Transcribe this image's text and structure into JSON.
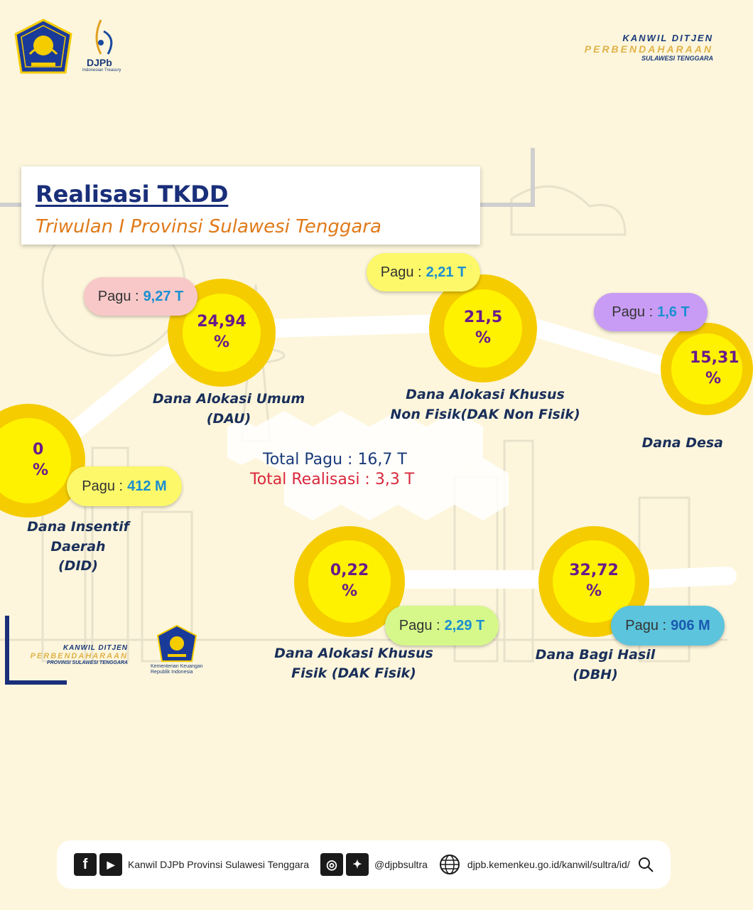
{
  "header": {
    "djpb_label": "DJPb",
    "djpb_sub": "Indonesian Treasury",
    "kanwil_line1": "KANWIL DITJEN",
    "kanwil_line2": "PERBENDAHARAAN",
    "kanwil_line3": "SULAWESI TENGGARA"
  },
  "title": {
    "main": "Realisasi TKDD",
    "sub": "Triwulan I Provinsi Sulawesi Tenggara"
  },
  "items": {
    "dau": {
      "value": "24,94",
      "unit": "%",
      "pagu_label": "Pagu :",
      "pagu_value": "9,27 T",
      "caption_line1": "Dana Alokasi Umum",
      "caption_line2": "(DAU)",
      "pagu_color": "#f8c8c8"
    },
    "dak_non_fisik": {
      "value": "21,5",
      "unit": "%",
      "pagu_label": "Pagu :",
      "pagu_value": "2,21 T",
      "caption_line1": "Dana Alokasi Khusus",
      "caption_line2": "Non Fisik(DAK Non Fisik)",
      "pagu_color": "#fcf86a"
    },
    "dana_desa": {
      "value": "15,31",
      "unit": "%",
      "pagu_label": "Pagu :",
      "pagu_value": "1,6 T",
      "caption_line1": "Dana Desa",
      "pagu_color": "#c89cf4"
    },
    "did": {
      "value": "0",
      "unit": "%",
      "pagu_label": "Pagu :",
      "pagu_value": "412 M",
      "caption_line1": "Dana Insentif Daerah",
      "caption_line2": "(DID)",
      "pagu_color": "#fcf86a"
    },
    "dak_fisik": {
      "value": "0,22",
      "unit": "%",
      "pagu_label": "Pagu :",
      "pagu_value": "2,29 T",
      "caption_line1": "Dana Alokasi Khusus",
      "caption_line2": "Fisik (DAK Fisik)",
      "pagu_color": "#d6f88a"
    },
    "dbh": {
      "value": "32,72",
      "unit": "%",
      "pagu_label": "Pagu :",
      "pagu_value": "906 M",
      "caption_line1": "Dana Bagi Hasil",
      "caption_line2": "(DBH)",
      "pagu_color": "#5cc4dc"
    }
  },
  "totals": {
    "pagu": "Total Pagu : 16,7 T",
    "realisasi": "Total Realisasi : 3,3 T"
  },
  "bottom_brand": {
    "line1": "KANWIL DITJEN",
    "line2": "PERBENDAHARAAN",
    "line3": "PROVINSI SULAWESI TENGGARA",
    "kemenkeu_line1": "Kementerian Keuangan",
    "kemenkeu_line2": "Republik Indonesia"
  },
  "footer": {
    "social_name": "Kanwil DJPb Provinsi Sulawesi Tenggara",
    "handle": "@djpbsultra",
    "website": "djpb.kemenkeu.go.id/kanwil/sultra/id/"
  },
  "icons": [
    "facebook-icon",
    "youtube-icon",
    "instagram-icon",
    "twitter-icon",
    "globe-icon",
    "search-icon"
  ]
}
